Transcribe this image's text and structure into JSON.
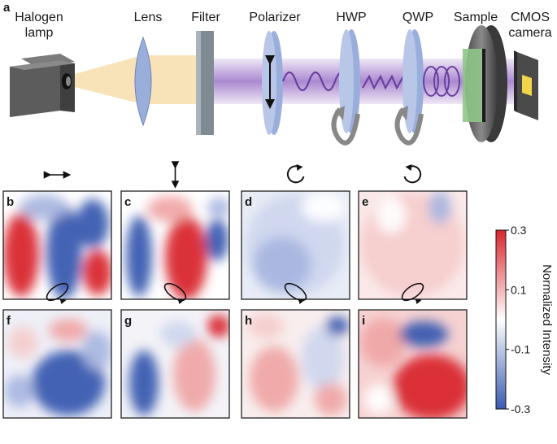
{
  "figure_label": "a",
  "setup": {
    "components": [
      {
        "id": "lamp",
        "label": "Halogen\nlamp"
      },
      {
        "id": "lens",
        "label": "Lens"
      },
      {
        "id": "filter",
        "label": "Filter"
      },
      {
        "id": "polarizer",
        "label": "Polarizer"
      },
      {
        "id": "hwp",
        "label": "HWP"
      },
      {
        "id": "qwp",
        "label": "QWP"
      },
      {
        "id": "sample",
        "label": "Sample"
      },
      {
        "id": "camera",
        "label": "CMOS\ncamera"
      }
    ]
  },
  "panels": [
    {
      "label": "b",
      "polarization": "horizontal-linear",
      "icon": "double-arrow-horizontal-icon"
    },
    {
      "label": "c",
      "polarization": "vertical-linear",
      "icon": "double-arrow-vertical-icon"
    },
    {
      "label": "d",
      "polarization": "left-circular",
      "icon": "circular-arrow-ccw-icon"
    },
    {
      "label": "e",
      "polarization": "right-circular",
      "icon": "circular-arrow-cw-icon"
    },
    {
      "label": "f",
      "polarization": "elliptical",
      "icon": "ellipse-arrow-icon"
    },
    {
      "label": "g",
      "polarization": "elliptical",
      "icon": "ellipse-arrow-icon"
    },
    {
      "label": "h",
      "polarization": "elliptical",
      "icon": "ellipse-arrow-icon"
    },
    {
      "label": "i",
      "polarization": "elliptical",
      "icon": "ellipse-arrow-icon"
    }
  ],
  "colorbar": {
    "label": "Normalized Intensity",
    "ticks": [
      "0.3",
      "0.1",
      "-0.1",
      "-0.3"
    ],
    "range": [
      -0.3,
      0.3
    ],
    "colormap": [
      "#3a5bb0",
      "#ffffff",
      "#d9262e"
    ]
  },
  "colors": {
    "beam_purple": "#8a5ab8",
    "wave_purple": "#6a3fa0",
    "optic_blue": "#9aaedc",
    "lamp_light": "#f8e2b8"
  }
}
